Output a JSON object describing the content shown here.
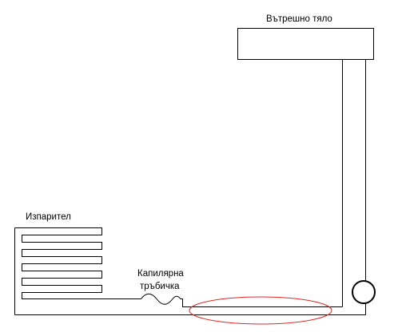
{
  "labels": {
    "inner_body": "Вътрешно тяло",
    "evaporator": "Изпарител",
    "capillary_line1": "Капилярна",
    "capillary_line2": "тръбичка"
  },
  "colors": {
    "line": "#000000",
    "highlight": "#e0282a",
    "background": "#ffffff"
  },
  "icons": {
    "pump": "circle-pump-icon"
  }
}
